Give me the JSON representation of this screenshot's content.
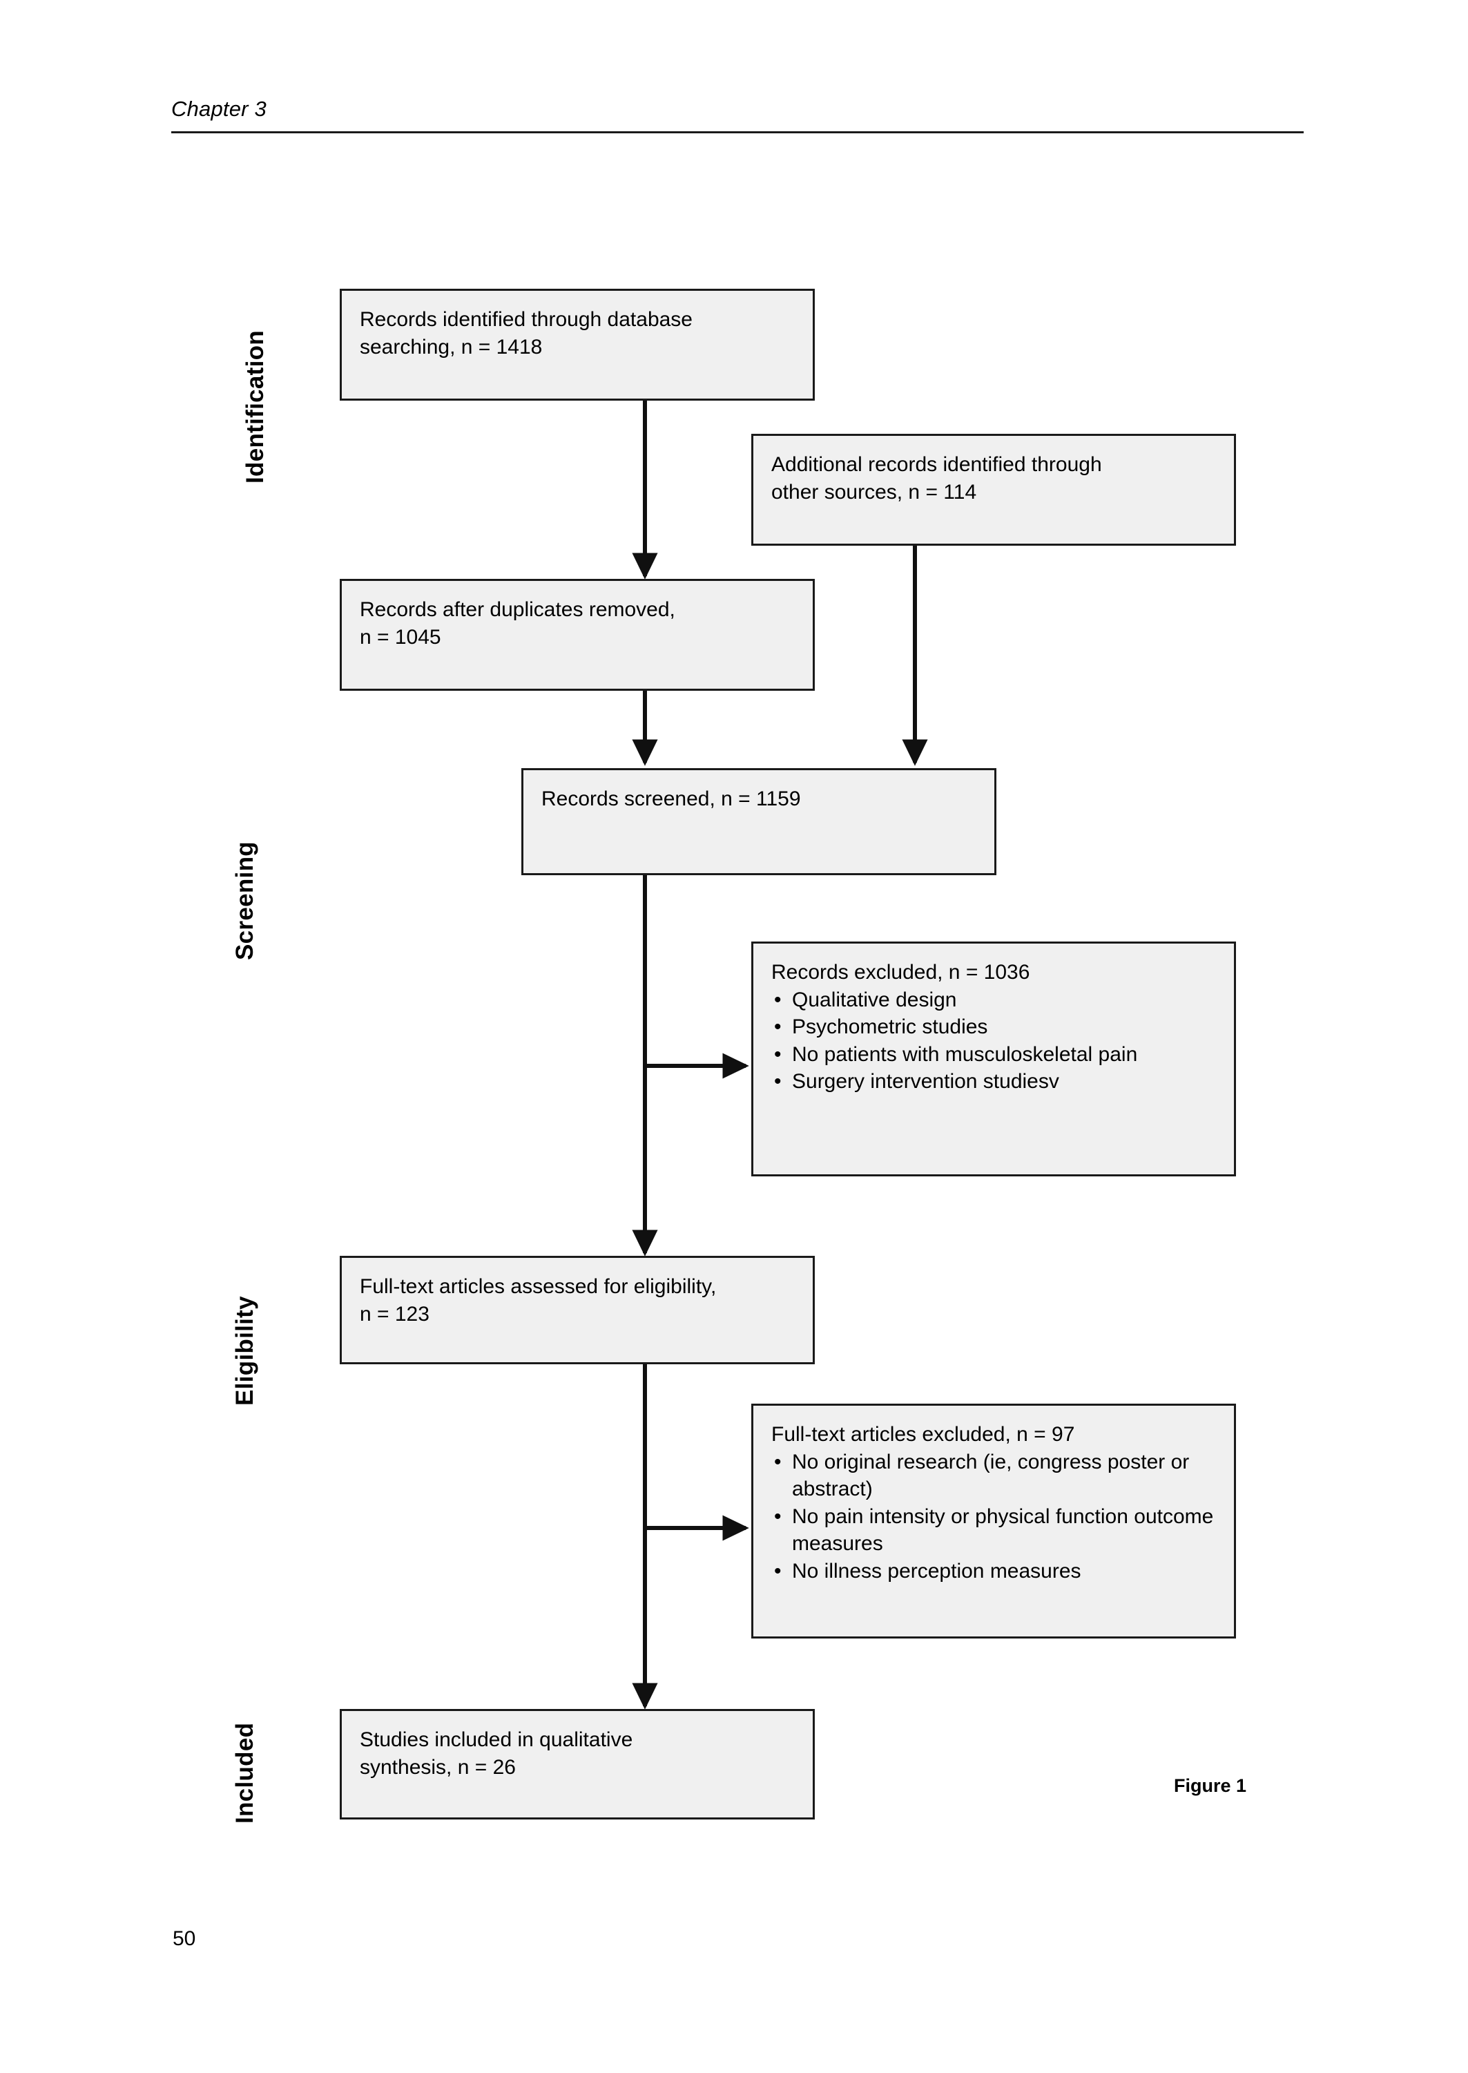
{
  "page": {
    "running_head": "Chapter 3",
    "page_number": "50",
    "figure_caption": "Figure 1"
  },
  "stages": [
    {
      "id": "identification",
      "label": "Identification"
    },
    {
      "id": "screening",
      "label": "Screening"
    },
    {
      "id": "eligibility",
      "label": "Eligibility"
    },
    {
      "id": "included",
      "label": "Included"
    }
  ],
  "flow": {
    "records_identified": {
      "line1": "Records identified through database",
      "line2": "searching, n = 1418",
      "count": "1418"
    },
    "additional_records": {
      "line1": "Additional records identified through",
      "line2": "other sources, n = 114",
      "count": "114"
    },
    "after_duplicates": {
      "line1": "Records after duplicates removed,",
      "line2": "n = 1045",
      "count": "1045"
    },
    "records_screened": {
      "line1": "Records screened, n = 1159",
      "count": "1159"
    },
    "records_excluded": {
      "heading": "Records excluded, n = 1036",
      "count": "1036",
      "reasons": [
        "Qualitative design",
        "Psychometric studies",
        "No patients with musculoskeletal pain",
        "Surgery intervention studiesv"
      ]
    },
    "fulltext_assessed": {
      "line1": "Full-text articles assessed for eligibility,",
      "line2": "n = 123",
      "count": "123"
    },
    "fulltext_excluded": {
      "heading": "Full-text articles excluded, n = 97",
      "count": "97",
      "reasons": [
        "No original research (ie, congress poster or abstract)",
        "No pain intensity or physical function outcome measures",
        "No illness perception measures"
      ]
    },
    "studies_included": {
      "line1": "Studies included in qualitative",
      "line2": "synthesis, n = 26",
      "count": "26"
    }
  },
  "chart_data": {
    "type": "diagram",
    "title": "PRISMA flow diagram",
    "stages": [
      "Identification",
      "Screening",
      "Eligibility",
      "Included"
    ],
    "nodes": [
      {
        "id": "records_identified",
        "stage": "Identification",
        "label": "Records identified through database searching",
        "n": 1418
      },
      {
        "id": "additional_records",
        "stage": "Identification",
        "label": "Additional records identified through other sources",
        "n": 114
      },
      {
        "id": "after_duplicates",
        "stage": "Identification",
        "label": "Records after duplicates removed",
        "n": 1045
      },
      {
        "id": "records_screened",
        "stage": "Screening",
        "label": "Records screened",
        "n": 1159
      },
      {
        "id": "records_excluded",
        "stage": "Screening",
        "label": "Records excluded",
        "n": 1036
      },
      {
        "id": "fulltext_assessed",
        "stage": "Eligibility",
        "label": "Full-text articles assessed for eligibility",
        "n": 123
      },
      {
        "id": "fulltext_excluded",
        "stage": "Eligibility",
        "label": "Full-text articles excluded",
        "n": 97
      },
      {
        "id": "studies_included",
        "stage": "Included",
        "label": "Studies included in qualitative synthesis",
        "n": 26
      }
    ],
    "edges": [
      {
        "from": "records_identified",
        "to": "after_duplicates"
      },
      {
        "from": "after_duplicates",
        "to": "records_screened"
      },
      {
        "from": "additional_records",
        "to": "records_screened"
      },
      {
        "from": "records_screened",
        "to": "records_excluded"
      },
      {
        "from": "records_screened",
        "to": "fulltext_assessed"
      },
      {
        "from": "fulltext_assessed",
        "to": "fulltext_excluded"
      },
      {
        "from": "fulltext_assessed",
        "to": "studies_included"
      }
    ]
  },
  "colors": {
    "box_fill": "#f0f0f0",
    "box_border": "#1a1a1a",
    "text": "#000000"
  }
}
